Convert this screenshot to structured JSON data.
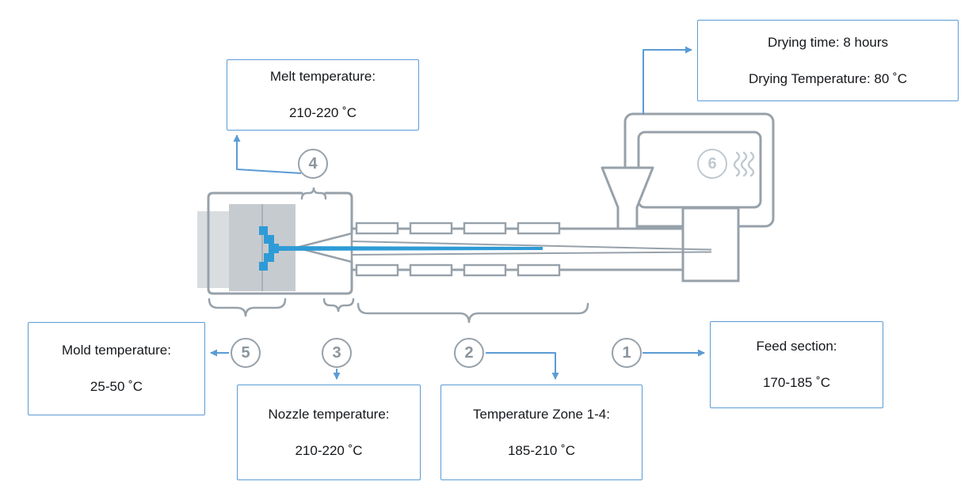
{
  "boxes": {
    "drying": {
      "line1": "Drying time: 8 hours",
      "line2": "Drying Temperature: 80 ˚C"
    },
    "melt": {
      "line1": "Melt temperature:",
      "line2": "210-220 ˚C"
    },
    "mold": {
      "line1": "Mold temperature:",
      "line2": "25-50 ˚C"
    },
    "nozzle": {
      "line1": "Nozzle temperature:",
      "line2": "210-220 ˚C"
    },
    "zone": {
      "line1": "Temperature Zone 1-4:",
      "line2": "185-210 ˚C"
    },
    "feed": {
      "line1": "Feed section:",
      "line2": "170-185 ˚C"
    }
  },
  "markers": {
    "m1": "1",
    "m2": "2",
    "m3": "3",
    "m4": "4",
    "m5": "5",
    "m6": "6"
  },
  "icons": {
    "dryer_heat": "heat-waves-icon"
  },
  "colors": {
    "box_border": "#5b9bd5",
    "arrow": "#5b9bd5",
    "machine_outline": "#97a1aa",
    "marker": "#8a959e",
    "marker_light": "#c0c8ce",
    "melt_blue": "#2e9bd6",
    "mold_fill": "#c6cbd0",
    "platen_fill": "#dadde0"
  }
}
